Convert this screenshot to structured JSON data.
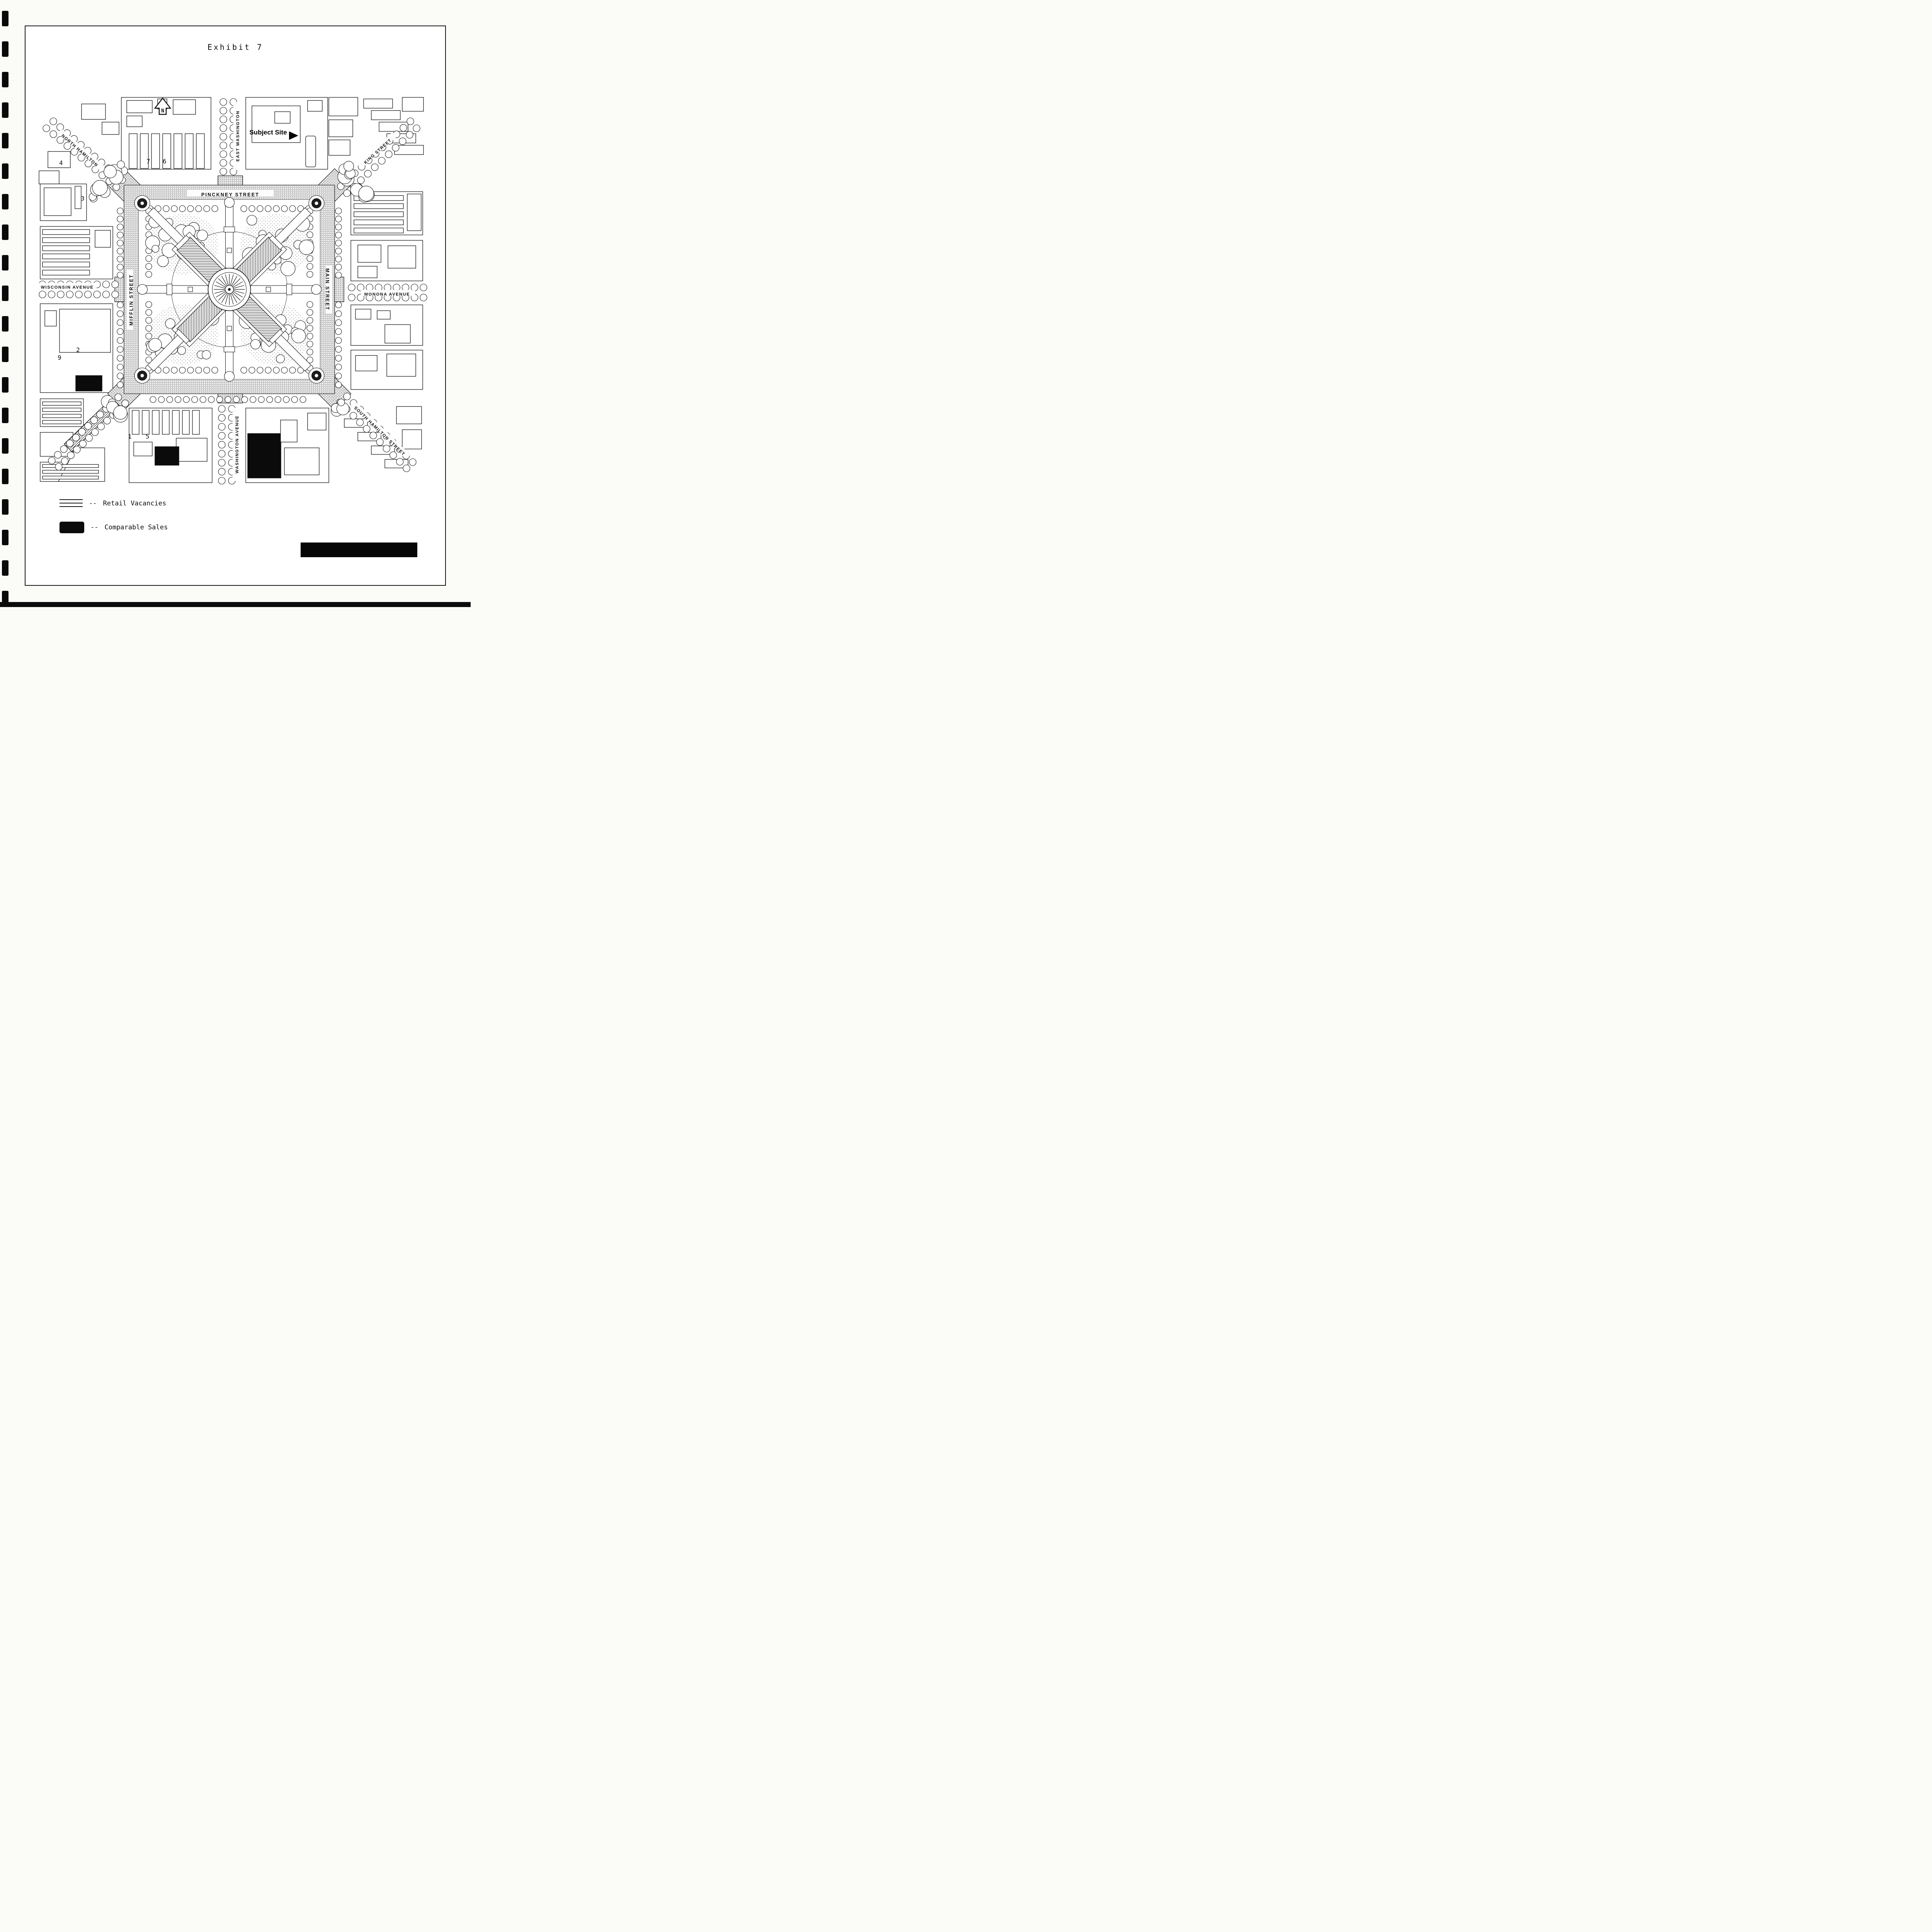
{
  "page": {
    "title": "Exhibit 7"
  },
  "map": {
    "north_label": "N",
    "subject_site": "Subject Site",
    "streets": {
      "pinckney": "PINCKNEY STREET",
      "mifflin": "MIFFLIN STREET",
      "main": "MAIN STREET",
      "east_washington": "EAST WASHINGTON",
      "washington": "WASHINGTON AVENUE",
      "wisconsin": "WISCONSIN AVENUE",
      "monona": "MONONA AVENUE",
      "north_hamilton": "NORTH HAMILTON",
      "king": "KING STREET",
      "south_hamilton": "SOUTH HAMILTON STREET"
    },
    "site_markers": [
      {
        "label": "4"
      },
      {
        "label": "7"
      },
      {
        "label": "6"
      },
      {
        "label": "3"
      },
      {
        "label": "2"
      },
      {
        "label": "9"
      },
      {
        "label": "1"
      },
      {
        "label": "5"
      }
    ]
  },
  "legend": {
    "items": [
      {
        "dash": "--",
        "label": "Retail Vacancies"
      },
      {
        "dash": "--",
        "label": "Comparable Sales"
      }
    ]
  },
  "colors": {
    "ink": "#111111",
    "paper": "#ffffff"
  }
}
